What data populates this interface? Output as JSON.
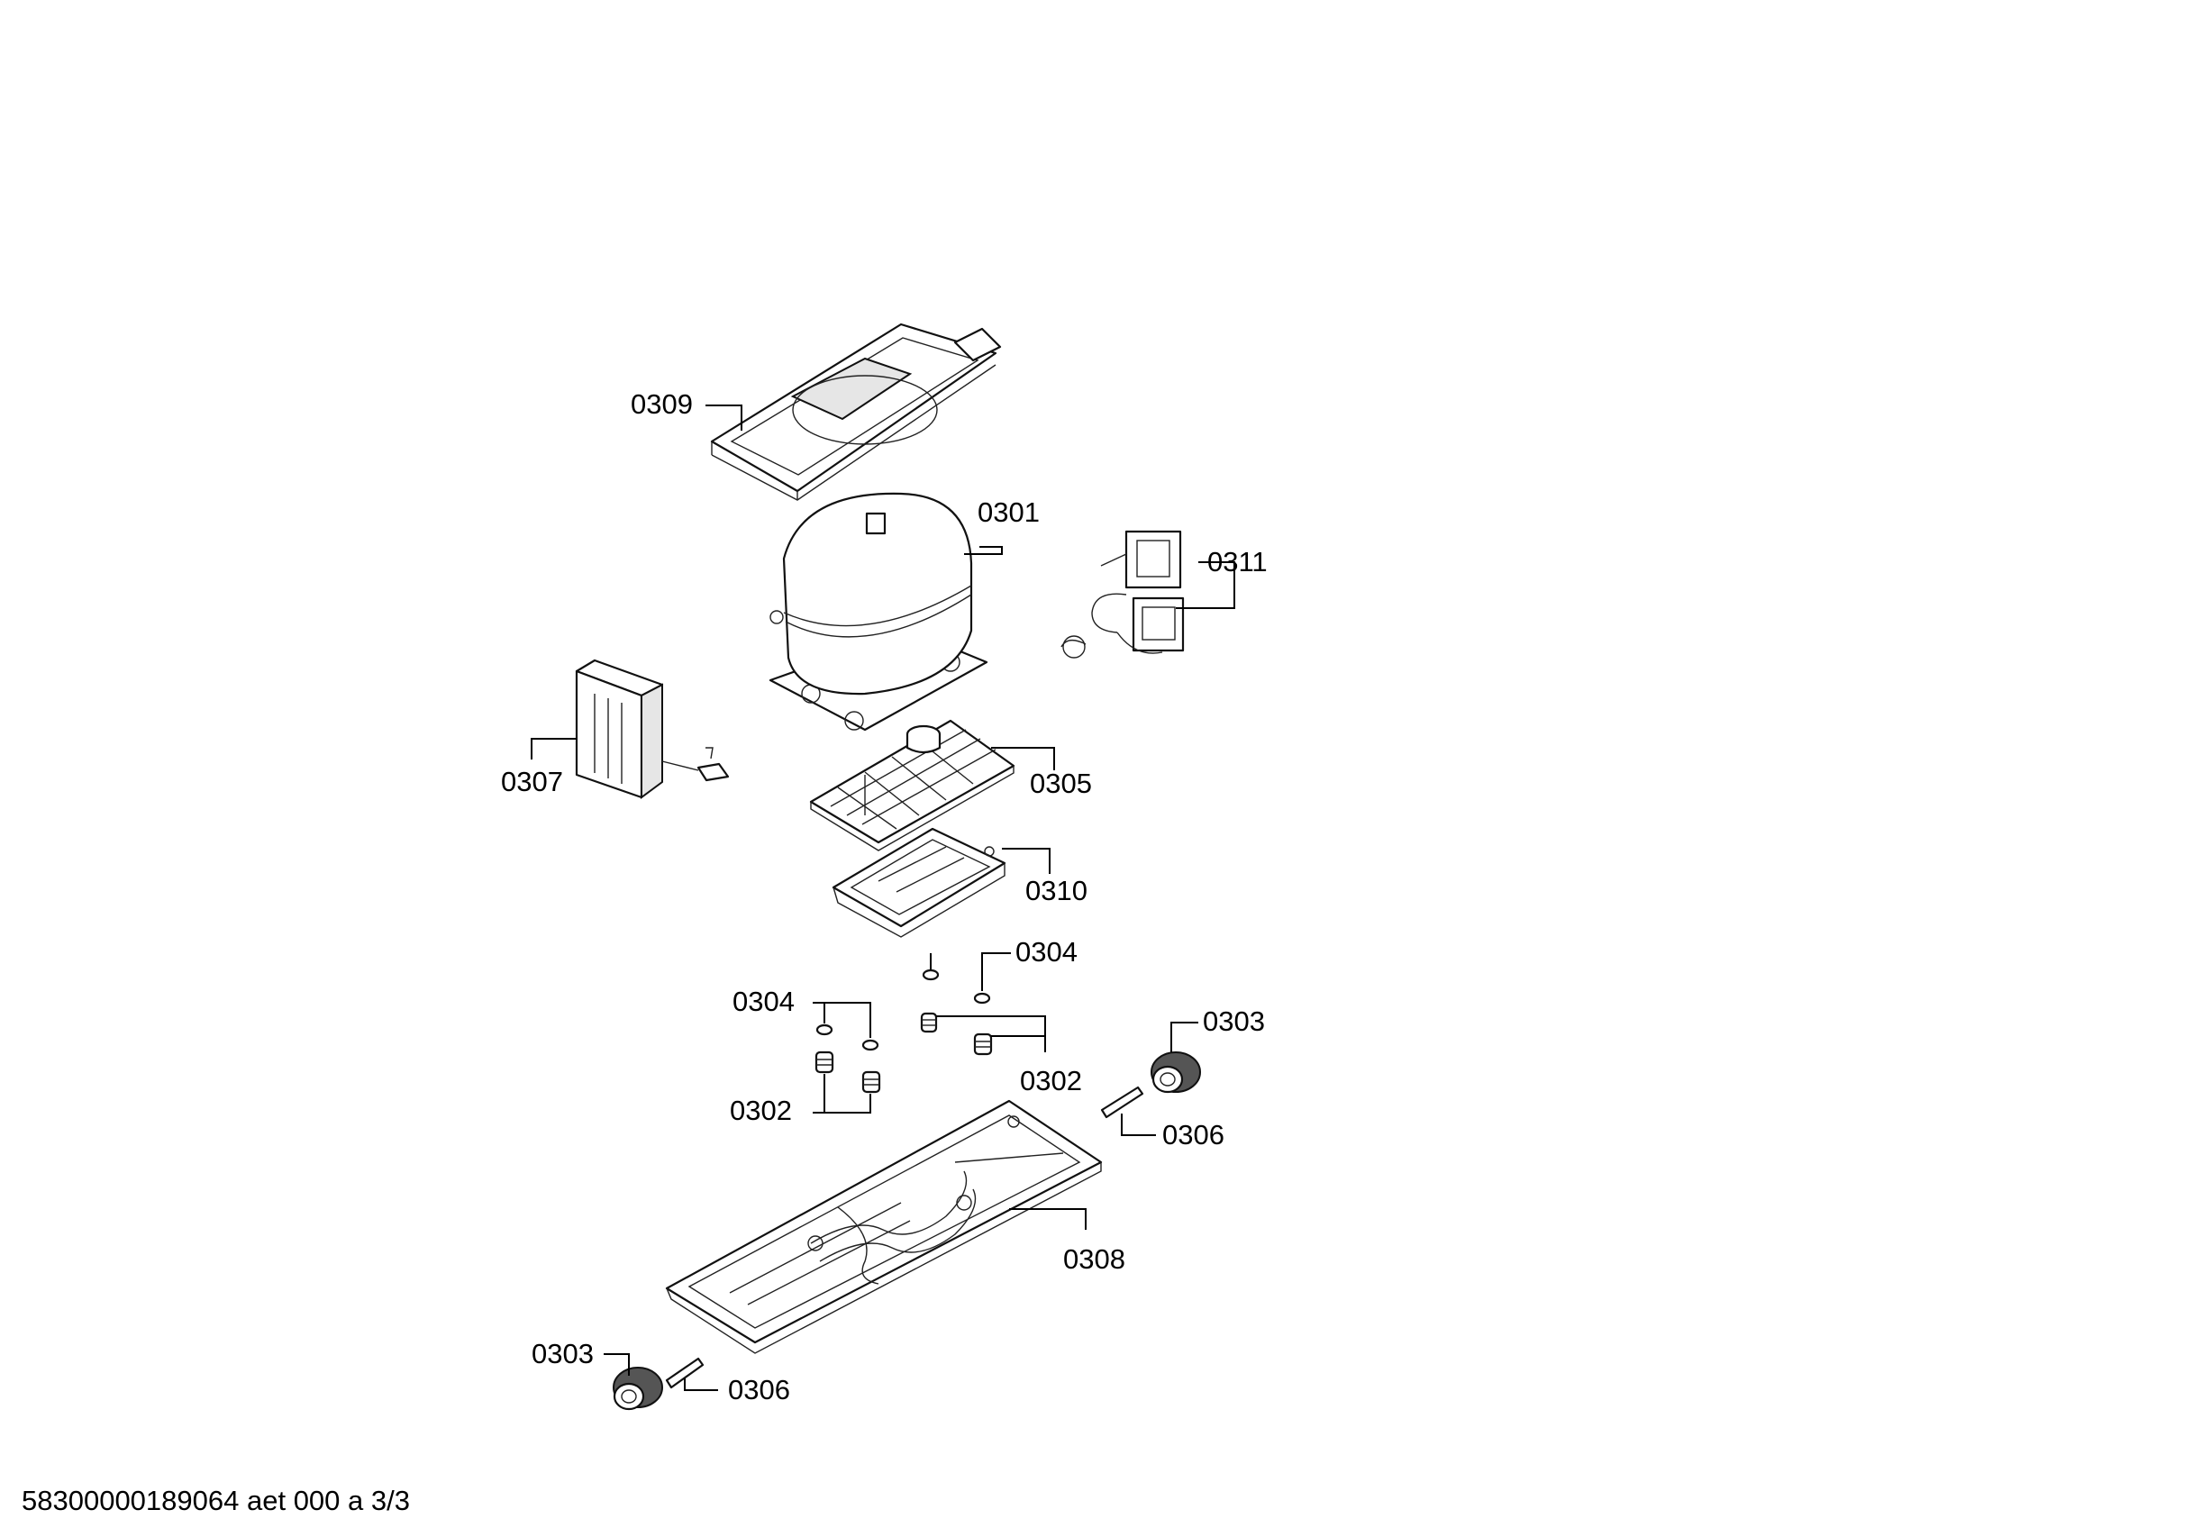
{
  "footer": "58300000189064 aet 000 a 3/3",
  "labels": {
    "l0309": "0309",
    "l0301": "0301",
    "l0311": "0311",
    "l0307": "0307",
    "l0305": "0305",
    "l0310": "0310",
    "l0304a": "0304",
    "l0304b": "0304",
    "l0303a": "0303",
    "l0302a": "0302",
    "l0302b": "0302",
    "l0306a": "0306",
    "l0308": "0308",
    "l0303b": "0303",
    "l0306b": "0306"
  }
}
